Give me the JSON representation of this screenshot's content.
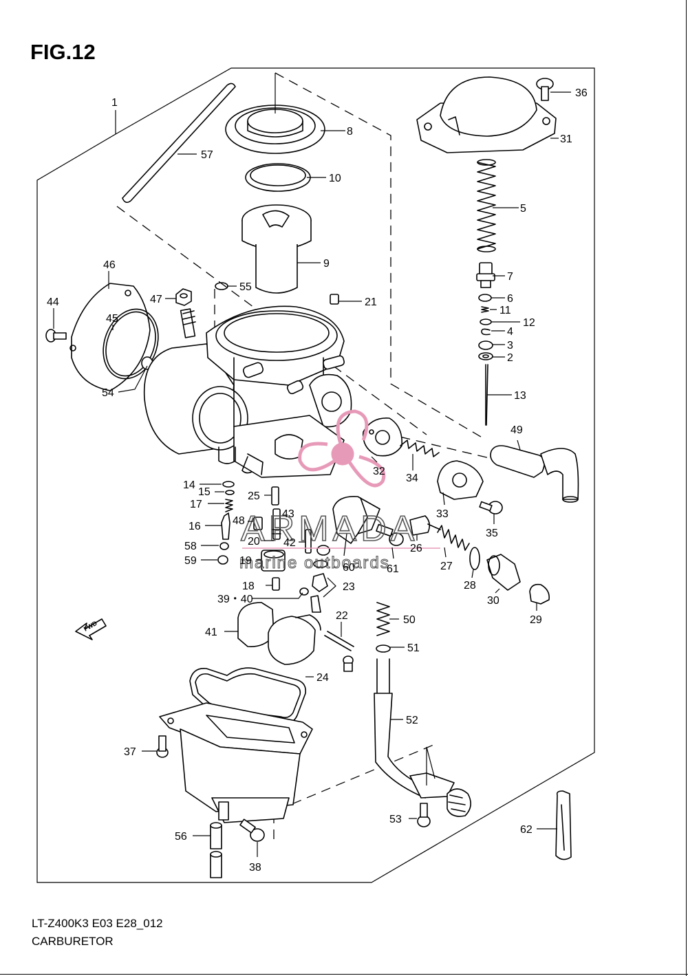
{
  "figure": {
    "title": "FIG.12",
    "model_code": "LT-Z400K3 E03 E28_012",
    "name": "CARBURETOR",
    "fwd_label": "FWD"
  },
  "watermark": {
    "brand": "ARMADA",
    "tagline": "marine outboards",
    "color": "#e79ab8"
  },
  "callouts": {
    "c1": "1",
    "c2": "2",
    "c3": "3",
    "c4": "4",
    "c5": "5",
    "c6": "6",
    "c7": "7",
    "c8": "8",
    "c9": "9",
    "c10": "10",
    "c11": "11",
    "c12": "12",
    "c13": "13",
    "c14": "14",
    "c15": "15",
    "c16": "16",
    "c17": "17",
    "c18": "18",
    "c19": "19",
    "c20": "20",
    "c21": "21",
    "c22": "22",
    "c23": "23",
    "c24": "24",
    "c25": "25",
    "c26": "26",
    "c27": "27",
    "c28": "28",
    "c29": "29",
    "c30": "30",
    "c31": "31",
    "c32": "32",
    "c33": "33",
    "c34": "34",
    "c35": "35",
    "c36": "36",
    "c37": "37",
    "c38": "38",
    "c3940": "39・40",
    "c41": "41",
    "c42": "42",
    "c43": "43",
    "c44": "44",
    "c45": "45",
    "c46": "46",
    "c47": "47",
    "c48": "48",
    "c49": "49",
    "c50": "50",
    "c51": "51",
    "c52": "52",
    "c53": "53",
    "c54": "54",
    "c55": "55",
    "c56": "56",
    "c57": "57",
    "c58": "58",
    "c59": "59",
    "c60": "60",
    "c61": "61",
    "c62": "62"
  }
}
